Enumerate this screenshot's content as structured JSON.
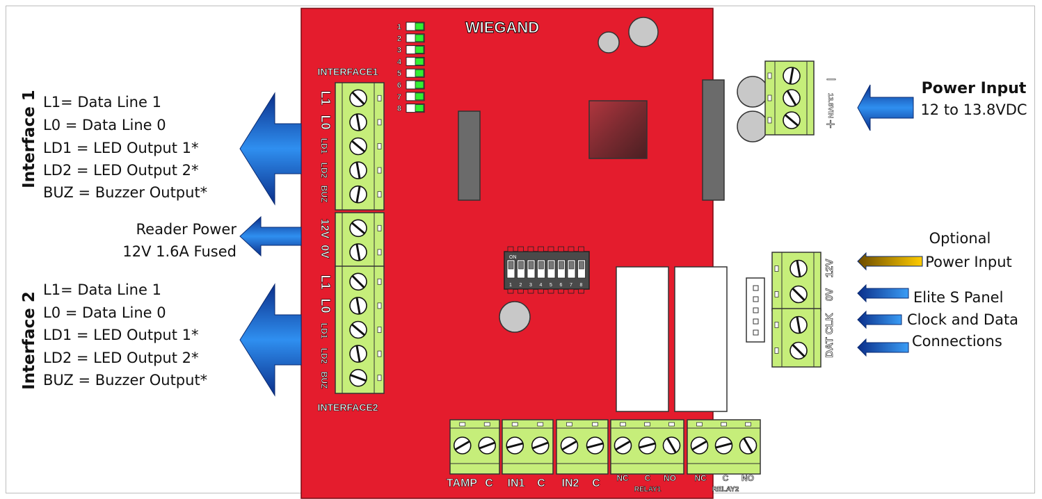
{
  "board": {
    "title": "WIEGAND",
    "interface1_label": "INTERFACE1",
    "interface2_label": "INTERFACE2",
    "dip_on_label": "ON",
    "led_numbers": [
      "1",
      "2",
      "3",
      "4",
      "5",
      "6",
      "7",
      "8"
    ],
    "dip_numbers": [
      "1",
      "2",
      "3",
      "4",
      "5",
      "6",
      "7",
      "8"
    ],
    "pin_labels_if1": [
      "L1",
      "L0",
      "LD1",
      "LD2",
      "BUZ"
    ],
    "pin_labels_power": [
      "12V",
      "0V"
    ],
    "pin_labels_if2": [
      "L1",
      "L0",
      "LD1",
      "LD2",
      "BUZ"
    ],
    "power_in_label": "13.8VIN",
    "power_minus": "–",
    "power_plus": "+",
    "panel_pin_labels": [
      "12V",
      "0V",
      "CLK",
      "DAT"
    ],
    "bottom_labels": [
      "TAMP",
      "C",
      "IN1",
      "C",
      "IN2",
      "C",
      "NC",
      "C",
      "NO",
      "NC",
      "C",
      "NO"
    ],
    "relay_labels": [
      "RELAY1",
      "RELAY2"
    ]
  },
  "left": {
    "interface1_title": "Interface 1",
    "interface1_lines": [
      "L1= Data Line 1",
      "L0 = Data Line 0",
      "LD1 = LED Output 1*",
      "LD2 = LED Output 2*",
      "BUZ = Buzzer Output*"
    ],
    "reader_power_lines": [
      "Reader Power",
      "12V 1.6A Fused"
    ],
    "interface2_title": "Interface 2",
    "interface2_lines": [
      "L1= Data Line 1",
      "L0 = Data Line 0",
      "LD1 = LED Output 1*",
      "LD2 = LED Output 2*",
      "BUZ = Buzzer Output*"
    ]
  },
  "right": {
    "power_input_title": "Power Input",
    "power_input_range": "12 to 13.8VDC",
    "optional_lines": [
      "Optional",
      "Power Input"
    ],
    "panel_lines": [
      "Elite S Panel",
      "Clock and Data",
      "Connections"
    ]
  },
  "colors": {
    "board": "#e41c2d",
    "terminal": "#c6ee7a",
    "arrow_blue": "#1466c8",
    "arrow_gold": "#e0a800",
    "led": "#33ee33"
  }
}
